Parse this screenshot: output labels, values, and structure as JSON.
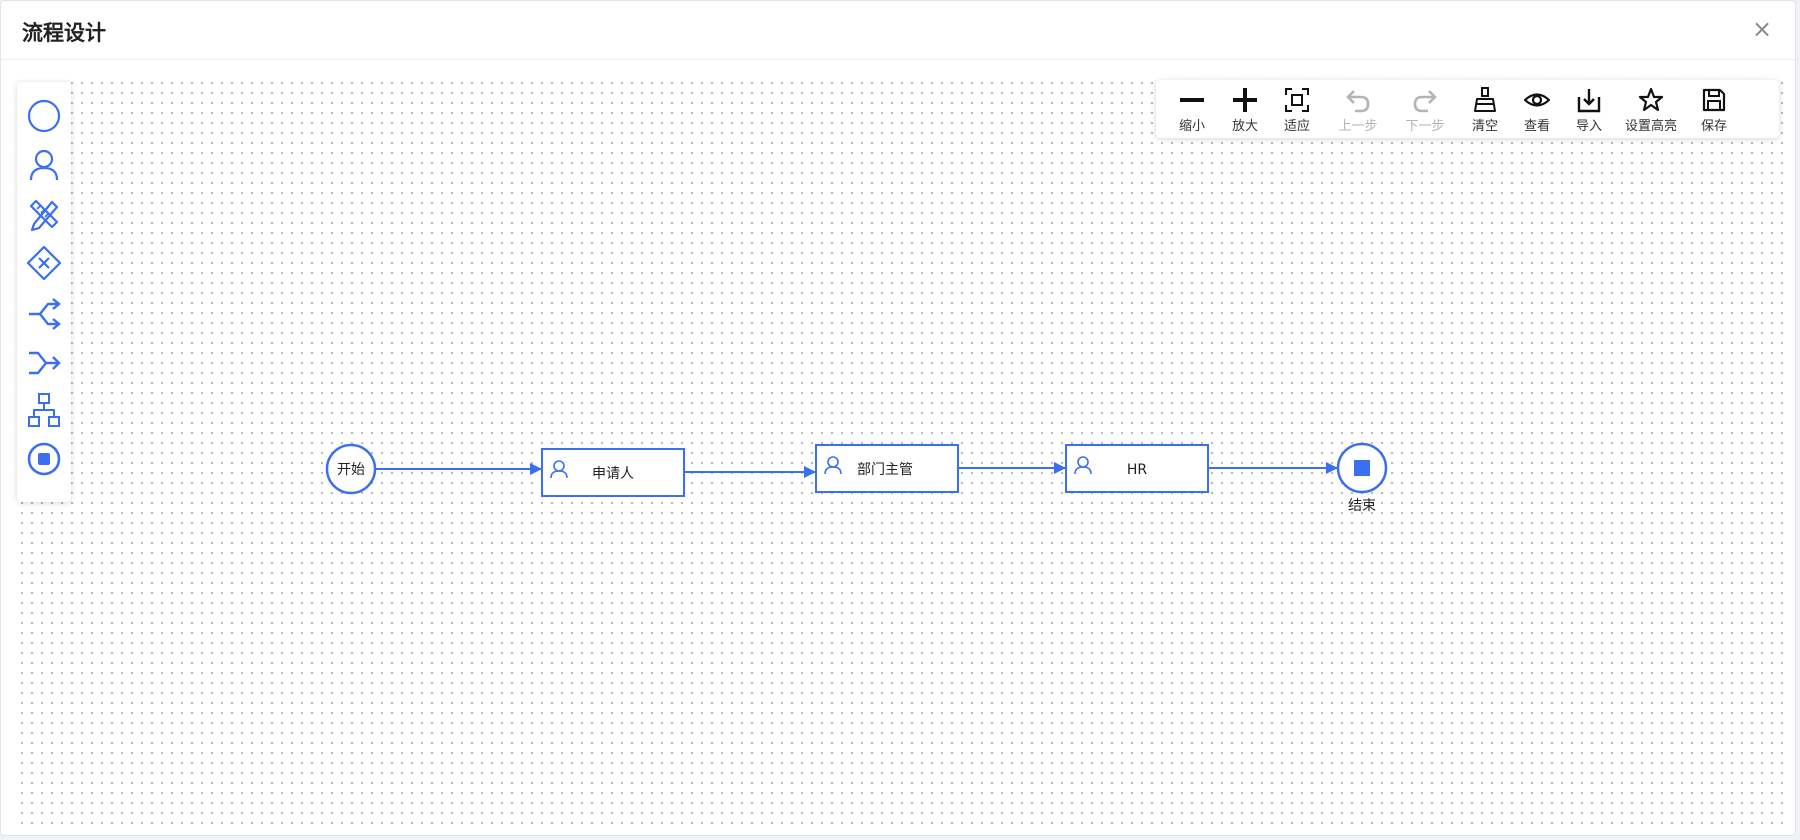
{
  "dialog": {
    "title": "流程设计",
    "close_glyph": "×"
  },
  "palette": {
    "items": [
      {
        "icon": "start-event-icon"
      },
      {
        "icon": "user-task-icon"
      },
      {
        "icon": "script-task-icon"
      },
      {
        "icon": "exclusive-gateway-icon"
      },
      {
        "icon": "fork-icon"
      },
      {
        "icon": "join-icon"
      },
      {
        "icon": "subprocess-icon"
      },
      {
        "icon": "end-event-icon"
      }
    ]
  },
  "toolbar": {
    "items": [
      {
        "label": "缩小",
        "icon": "zoom-out-icon",
        "enabled": true
      },
      {
        "label": "放大",
        "icon": "zoom-in-icon",
        "enabled": true
      },
      {
        "label": "适应",
        "icon": "fit-icon",
        "enabled": true
      },
      {
        "label": "上一步",
        "icon": "undo-icon",
        "enabled": false
      },
      {
        "label": "下一步",
        "icon": "redo-icon",
        "enabled": false
      },
      {
        "label": "清空",
        "icon": "clear-icon",
        "enabled": true
      },
      {
        "label": "查看",
        "icon": "view-icon",
        "enabled": true
      },
      {
        "label": "导入",
        "icon": "import-icon",
        "enabled": true
      },
      {
        "label": "设置高亮",
        "icon": "highlight-icon",
        "enabled": true
      },
      {
        "label": "保存",
        "icon": "save-icon",
        "enabled": true
      }
    ]
  },
  "flow": {
    "accent": "#3b6ff2",
    "start": {
      "label": "开始"
    },
    "tasks": [
      {
        "label": "申请人"
      },
      {
        "label": "部门主管"
      },
      {
        "label": "HR"
      }
    ],
    "end": {
      "label": "结束"
    }
  }
}
